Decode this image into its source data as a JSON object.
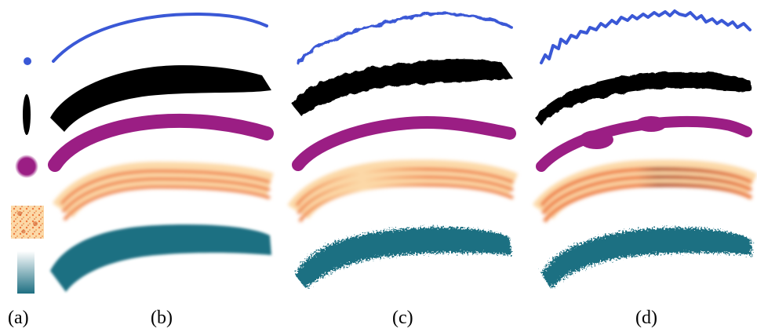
{
  "figure": {
    "panel_labels": [
      "(a)",
      "(b)",
      "(c)",
      "(d)"
    ],
    "colors": {
      "blue": "#3a58d6",
      "black": "#000000",
      "purple": "#9b1e84",
      "orange": "#ee7a3c",
      "orange_dark": "#b3461e",
      "orange_light": "#fcd9a8",
      "teal": "#1e6f82",
      "teal_light": "#e8f3f5"
    },
    "brush_tips": [
      "small-dot",
      "vertical-ellipse",
      "soft-disc",
      "speckled-texture",
      "gradient-bar"
    ],
    "stroke_rows": [
      "thin-line",
      "black-band",
      "purple-band",
      "orange-striped-band",
      "teal-band"
    ],
    "stroke_variants": [
      "smooth",
      "jittered",
      "highly-jittered"
    ]
  }
}
